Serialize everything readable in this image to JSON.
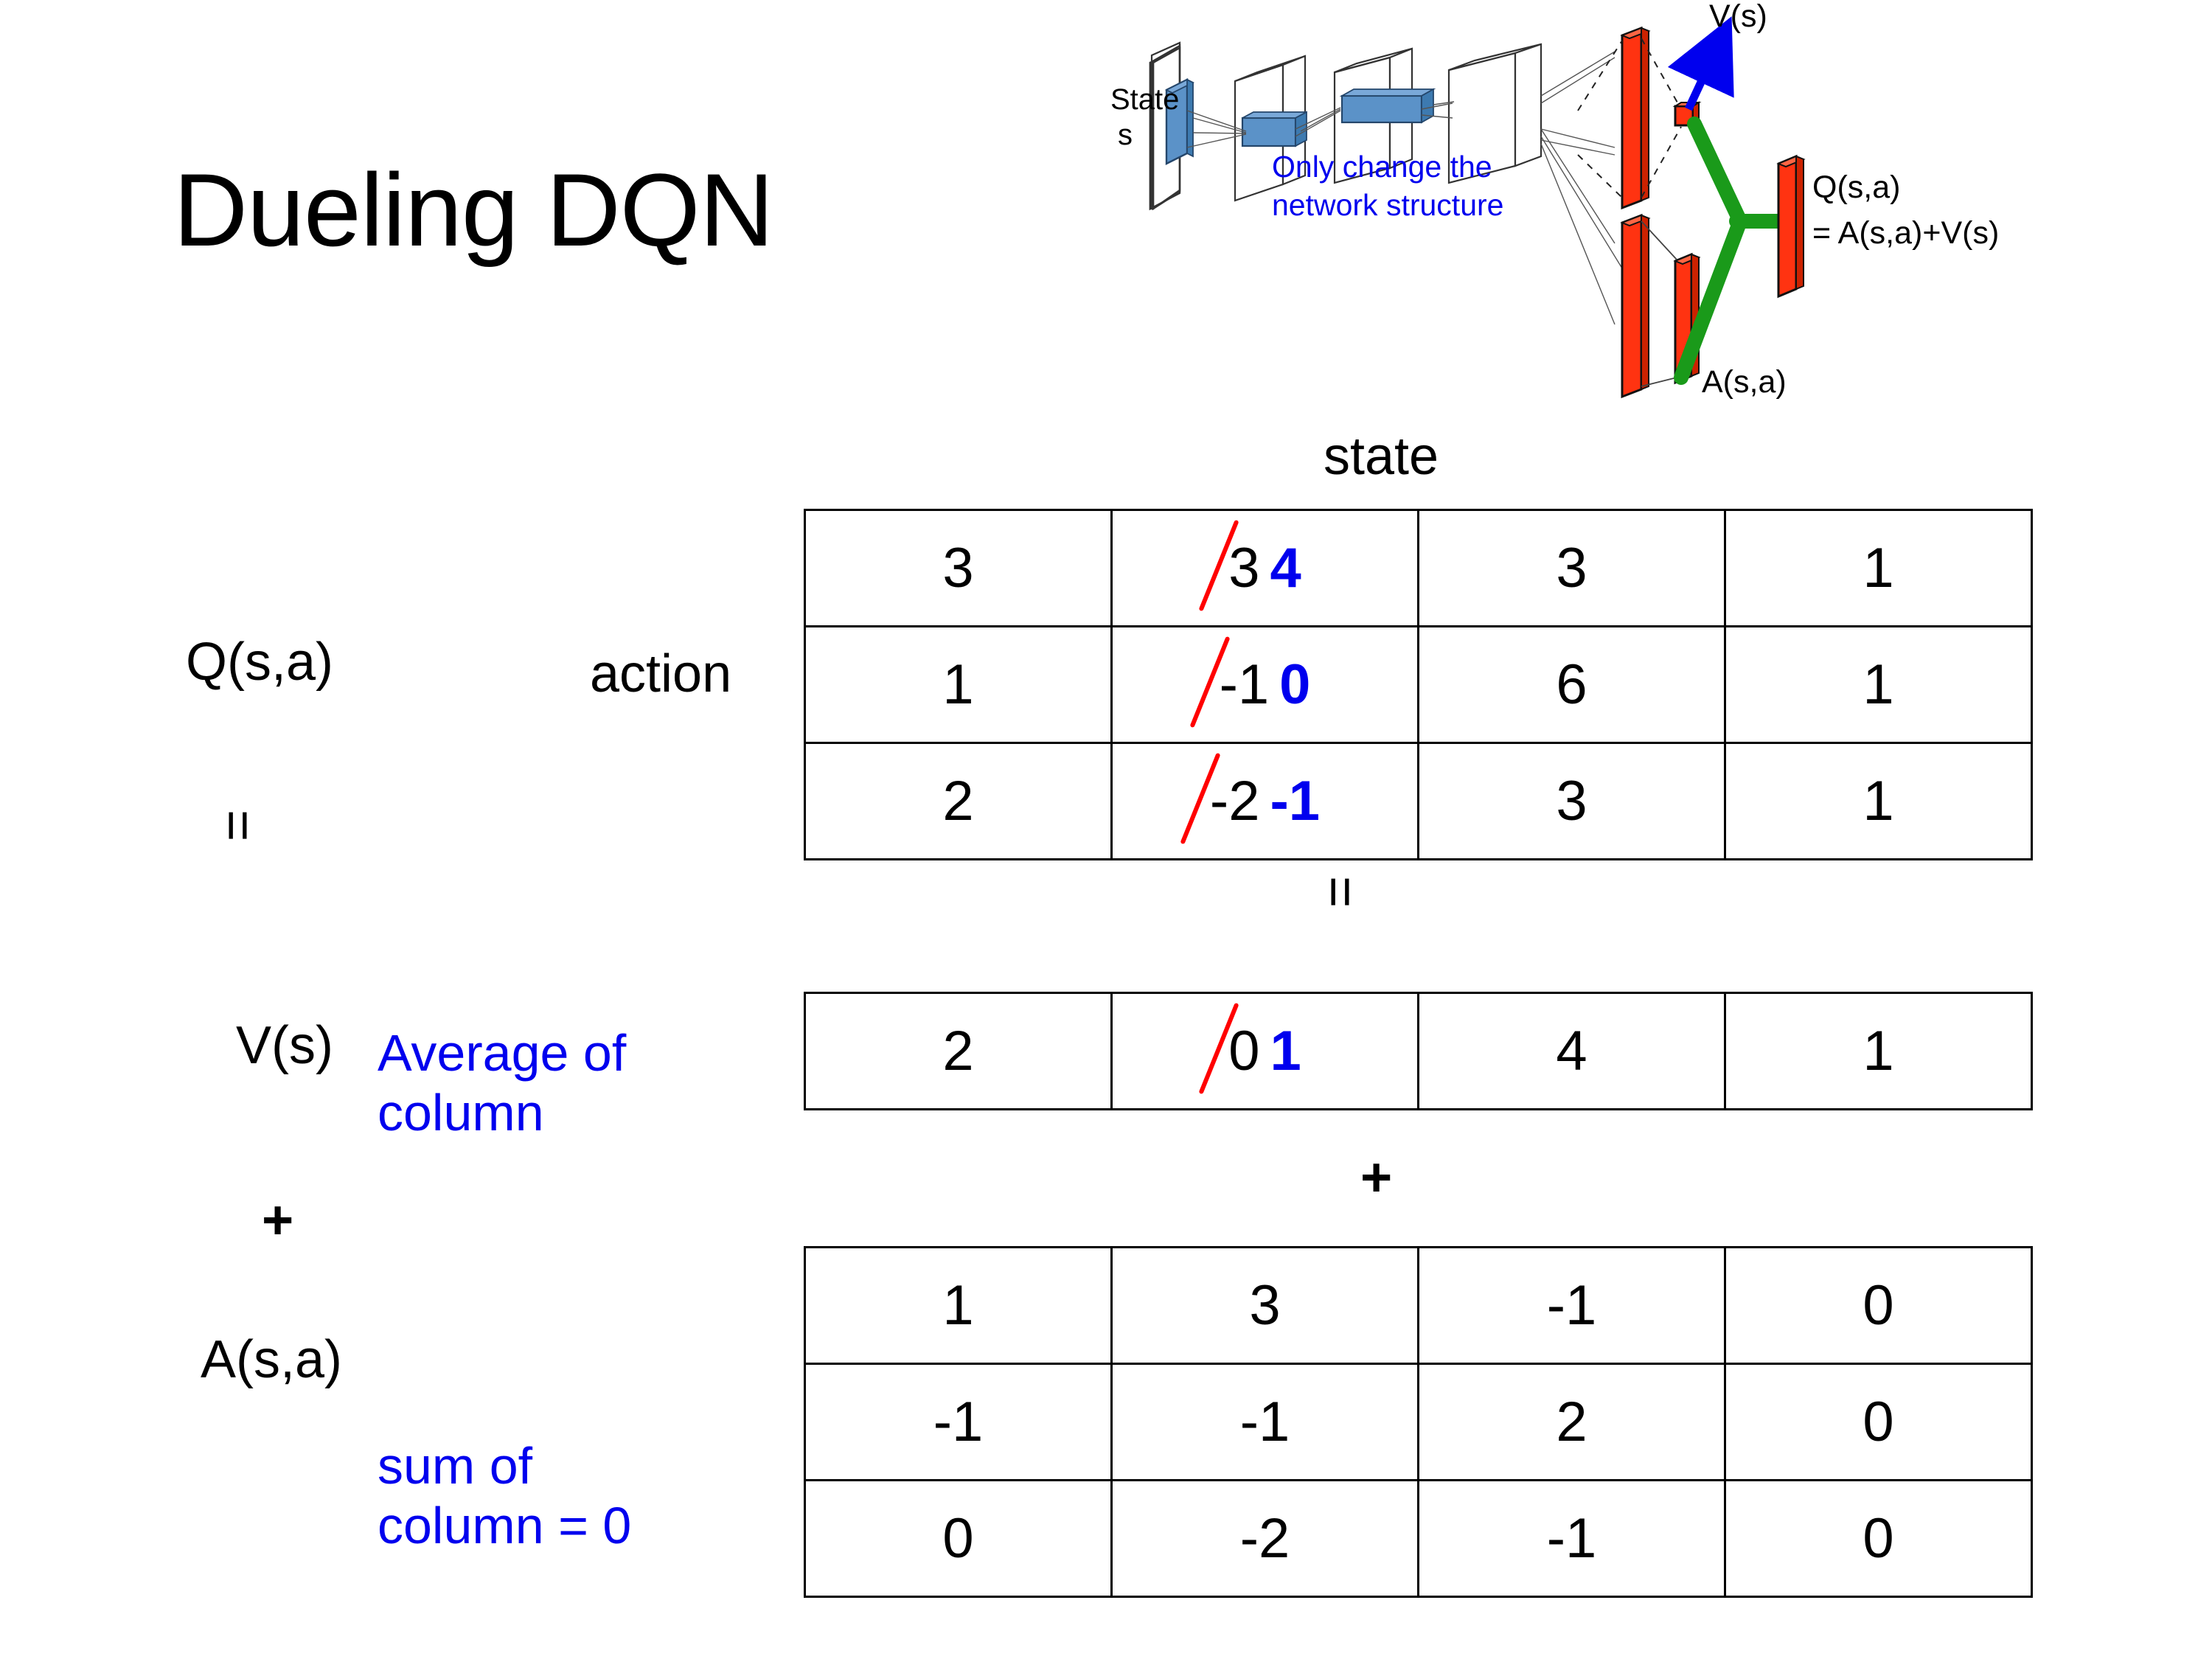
{
  "slide": {
    "title": "Dueling DQN"
  },
  "diagram": {
    "state_label_line1": "State",
    "state_label_line2": "s",
    "note": "Only change the\nnetwork structure",
    "note_line1": "Only change the",
    "note_line2": "network structure",
    "value_label": "V(s)",
    "advantage_label": "A(s,a)",
    "q_label_line1": "Q(s,a)",
    "q_label_line2": "= A(s,a)+V(s)",
    "colors": {
      "note": "#0000ee",
      "arrow": "#0000ee",
      "bar": "#ff3311",
      "combine": "#1a9a1a",
      "input": "#4d8fcb"
    }
  },
  "axes": {
    "state": "state",
    "action": "action"
  },
  "labels": {
    "q": "Q(s,a)",
    "v": "V(s)",
    "a": "A(s,a)",
    "equals_q_v": "=",
    "plus_v_a": "+",
    "equals_center": "=",
    "plus_center": "+"
  },
  "notes": {
    "average_line1": "Average of",
    "average_line2": "column",
    "sum_line1": "sum of",
    "sum_line2": "column = 0",
    "color": "#0000ee"
  },
  "chart_data": {
    "type": "table",
    "title": "Dueling DQN",
    "xlabel": "state",
    "ylabel": "action",
    "tables": [
      {
        "name": "Q(s,a)",
        "rows": 3,
        "cols": 4,
        "values": [
          [
            "3",
            "3",
            "3",
            "1"
          ],
          [
            "1",
            "-1",
            "6",
            "1"
          ],
          [
            "2",
            "-2",
            "3",
            "1"
          ]
        ],
        "edits": [
          {
            "row": 0,
            "col": 1,
            "old": "3",
            "new": "4",
            "struck": true
          },
          {
            "row": 1,
            "col": 1,
            "old": "-1",
            "new": "0",
            "struck": true
          },
          {
            "row": 2,
            "col": 1,
            "old": "-2",
            "new": "-1",
            "struck": true
          }
        ]
      },
      {
        "name": "V(s)",
        "rows": 1,
        "cols": 4,
        "values": [
          [
            "2",
            "0",
            "4",
            "1"
          ]
        ],
        "edits": [
          {
            "row": 0,
            "col": 1,
            "old": "0",
            "new": "1",
            "struck": true
          }
        ]
      },
      {
        "name": "A(s,a)",
        "rows": 3,
        "cols": 4,
        "values": [
          [
            "1",
            "3",
            "-1",
            "0"
          ],
          [
            "-1",
            "-1",
            "2",
            "0"
          ],
          [
            "0",
            "-2",
            "-1",
            "0"
          ]
        ],
        "edits": []
      }
    ],
    "relation": "Q(s,a) = V(s) + A(s,a)",
    "annotations": [
      "Average of column",
      "sum of column = 0"
    ]
  }
}
